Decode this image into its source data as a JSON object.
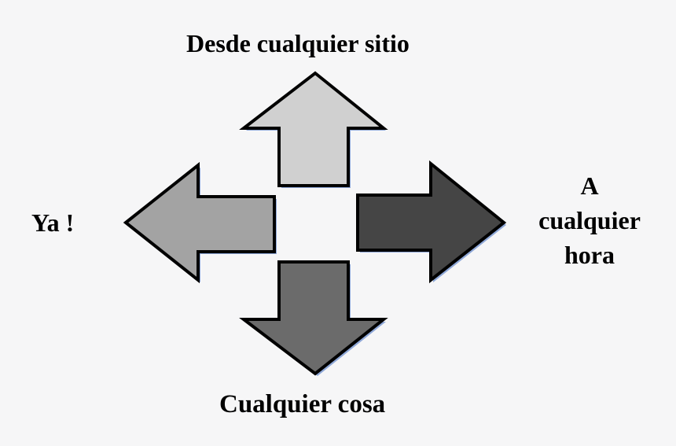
{
  "labels": {
    "top": "Desde cualquier sitio",
    "bottom": "Cualquier cosa",
    "left": "Ya !",
    "right": [
      "A",
      "cualquier",
      "hora"
    ]
  },
  "colors": {
    "background": "#f6f6f7",
    "arrow_up": "#d0d0d0",
    "arrow_left": "#a3a3a3",
    "arrow_down": "#6b6b6b",
    "arrow_right": "#454545",
    "outline": "#000000",
    "shadow": "#8fa8d8"
  }
}
